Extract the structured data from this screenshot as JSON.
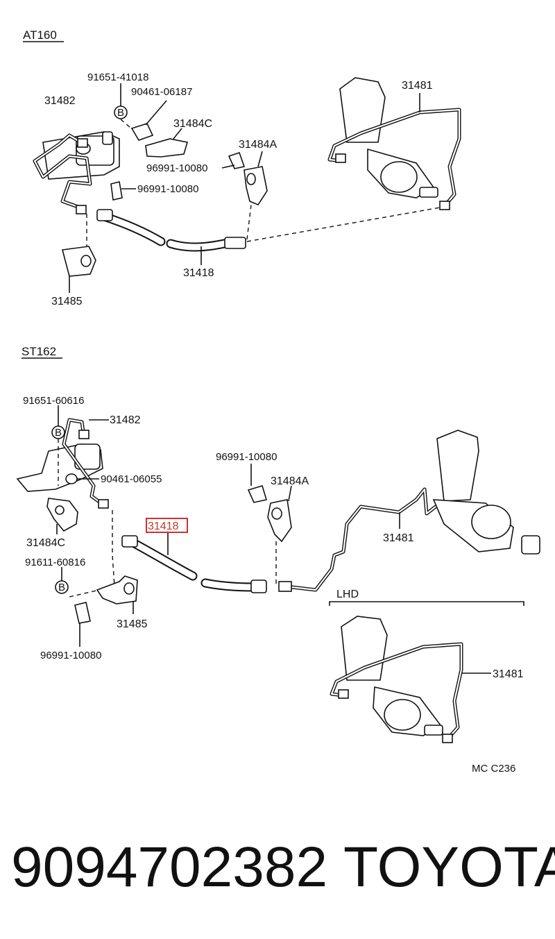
{
  "sections": {
    "top": {
      "title": "AT160",
      "labels": {
        "pn_91651_41018": "91651-41018",
        "pn_90461_06187": "90461-06187",
        "pn_31482": "31482",
        "pn_31484c": "31484C",
        "pn_31484a": "31484A",
        "pn_96991_a": "96991-10080",
        "pn_96991_b": "96991-10080",
        "pn_31481": "31481",
        "pn_31418": "31418",
        "pn_31485": "31485",
        "bolt_b": "B"
      }
    },
    "bottom": {
      "title": "ST162",
      "labels": {
        "pn_91651_60616": "91651-60616",
        "pn_31482": "31482",
        "pn_90461_06055": "90461-06055",
        "pn_96991_a": "96991-10080",
        "pn_31484a": "31484A",
        "pn_31418": "31418",
        "pn_31484c": "31484C",
        "pn_91611_60816": "91611-60816",
        "pn_31485": "31485",
        "pn_96991_b": "96991-10080",
        "pn_31481": "31481",
        "lhd": "LHD",
        "pn_31481_lhd": "31481",
        "bolt_b1": "B",
        "bolt_b2": "B"
      }
    }
  },
  "highlight_color": "#d32f2f",
  "figure_code": "MC C236",
  "footer": {
    "part_number": "9094702382",
    "brand": "TOYOTA"
  }
}
